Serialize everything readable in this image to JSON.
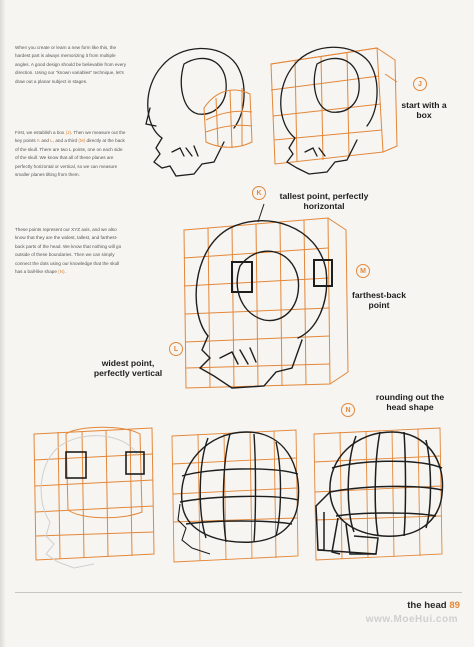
{
  "text": {
    "p1": "When you create or learn a new form like this, the hardest part is always memorizing it from multiple angles. A good design should be believable from every direction. Using our \"known variables\" technique, let's draw out a planar subject in stages.",
    "p2_a": "First, we establish a box ",
    "p2_j": "(J)",
    "p2_b": ". Then we measure out the key points ",
    "p2_k": "K",
    "p2_c": " and ",
    "p2_l": "L",
    "p2_d": ", and a third ",
    "p2_m": "(M)",
    "p2_e": " directly at the back of the skull. There are two L points, one on each side of the skull. We know that all of these planes are perfectly horizontal or vertical, so we can measure smaller planes tilting from them.",
    "p3_a": "These points represent our XYZ axis, and we also know that they are the widest, tallest, and farthest-back parts of the head. We know that nothing will go outside of these boundaries. Then we can simply connect the dots using our knowledge that the skull has a ball-like shape ",
    "p3_n": "(N)",
    "p3_b": "."
  },
  "labels": {
    "start_box": "start with a box",
    "tallest": "tallest point, perfectly horizontal",
    "farthest": "farthest-back point",
    "widest": "widest point, perfectly vertical",
    "rounding": "rounding out the head shape"
  },
  "badges": {
    "j": "J",
    "k": "K",
    "l": "L",
    "m": "M",
    "n": "N"
  },
  "footer": {
    "section": "the head",
    "page": "89",
    "watermark": "www.MoeHui.com"
  },
  "colors": {
    "accent": "#e3873a",
    "ink": "#1e1e1e",
    "paper": "#f6f5f1"
  }
}
